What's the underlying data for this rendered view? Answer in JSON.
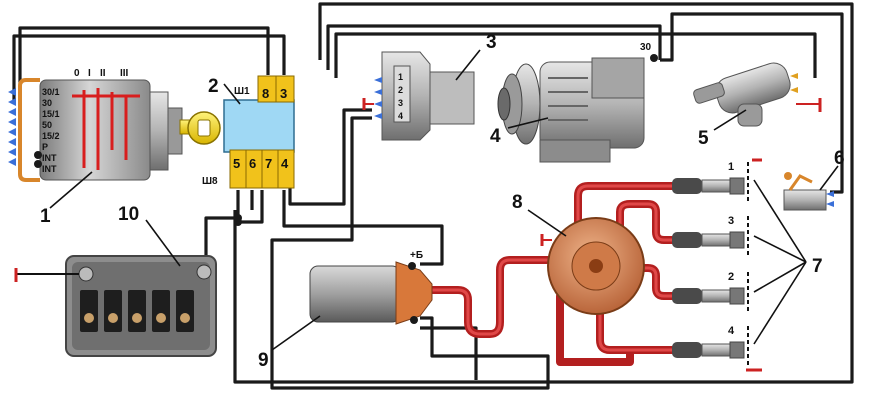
{
  "callouts": {
    "n1": "1",
    "n2": "2",
    "n3": "3",
    "n4": "4",
    "n5": "5",
    "n6": "6",
    "n7": "7",
    "n8": "8",
    "n9": "9",
    "n10": "10"
  },
  "switch": {
    "positions": [
      "0",
      "I",
      "II",
      "III"
    ],
    "terminals": [
      "30/1",
      "30",
      "15/1",
      "50",
      "15/2",
      "P",
      "INT",
      "INT"
    ]
  },
  "relay_block": {
    "connector_top": "Ш1",
    "connector_bottom": "Ш8",
    "top_pins": [
      "8",
      "3"
    ],
    "bottom_pins": [
      "5",
      "6",
      "7",
      "4"
    ]
  },
  "regulator": {
    "pins": [
      "1",
      "2",
      "3",
      "4"
    ]
  },
  "generator": {
    "terminal": "30"
  },
  "coil": {
    "terminal": "+Б"
  },
  "spark_plugs": [
    "1",
    "3",
    "2",
    "4"
  ],
  "colors": {
    "wire": "#1a1a1a",
    "hv_wire": "#b31f1f",
    "connector": "#f1c21b",
    "relay": "#9fd8f4",
    "coil_cap": "#d8783a",
    "distributor": "#d98a55",
    "ground": "#cc2222"
  }
}
